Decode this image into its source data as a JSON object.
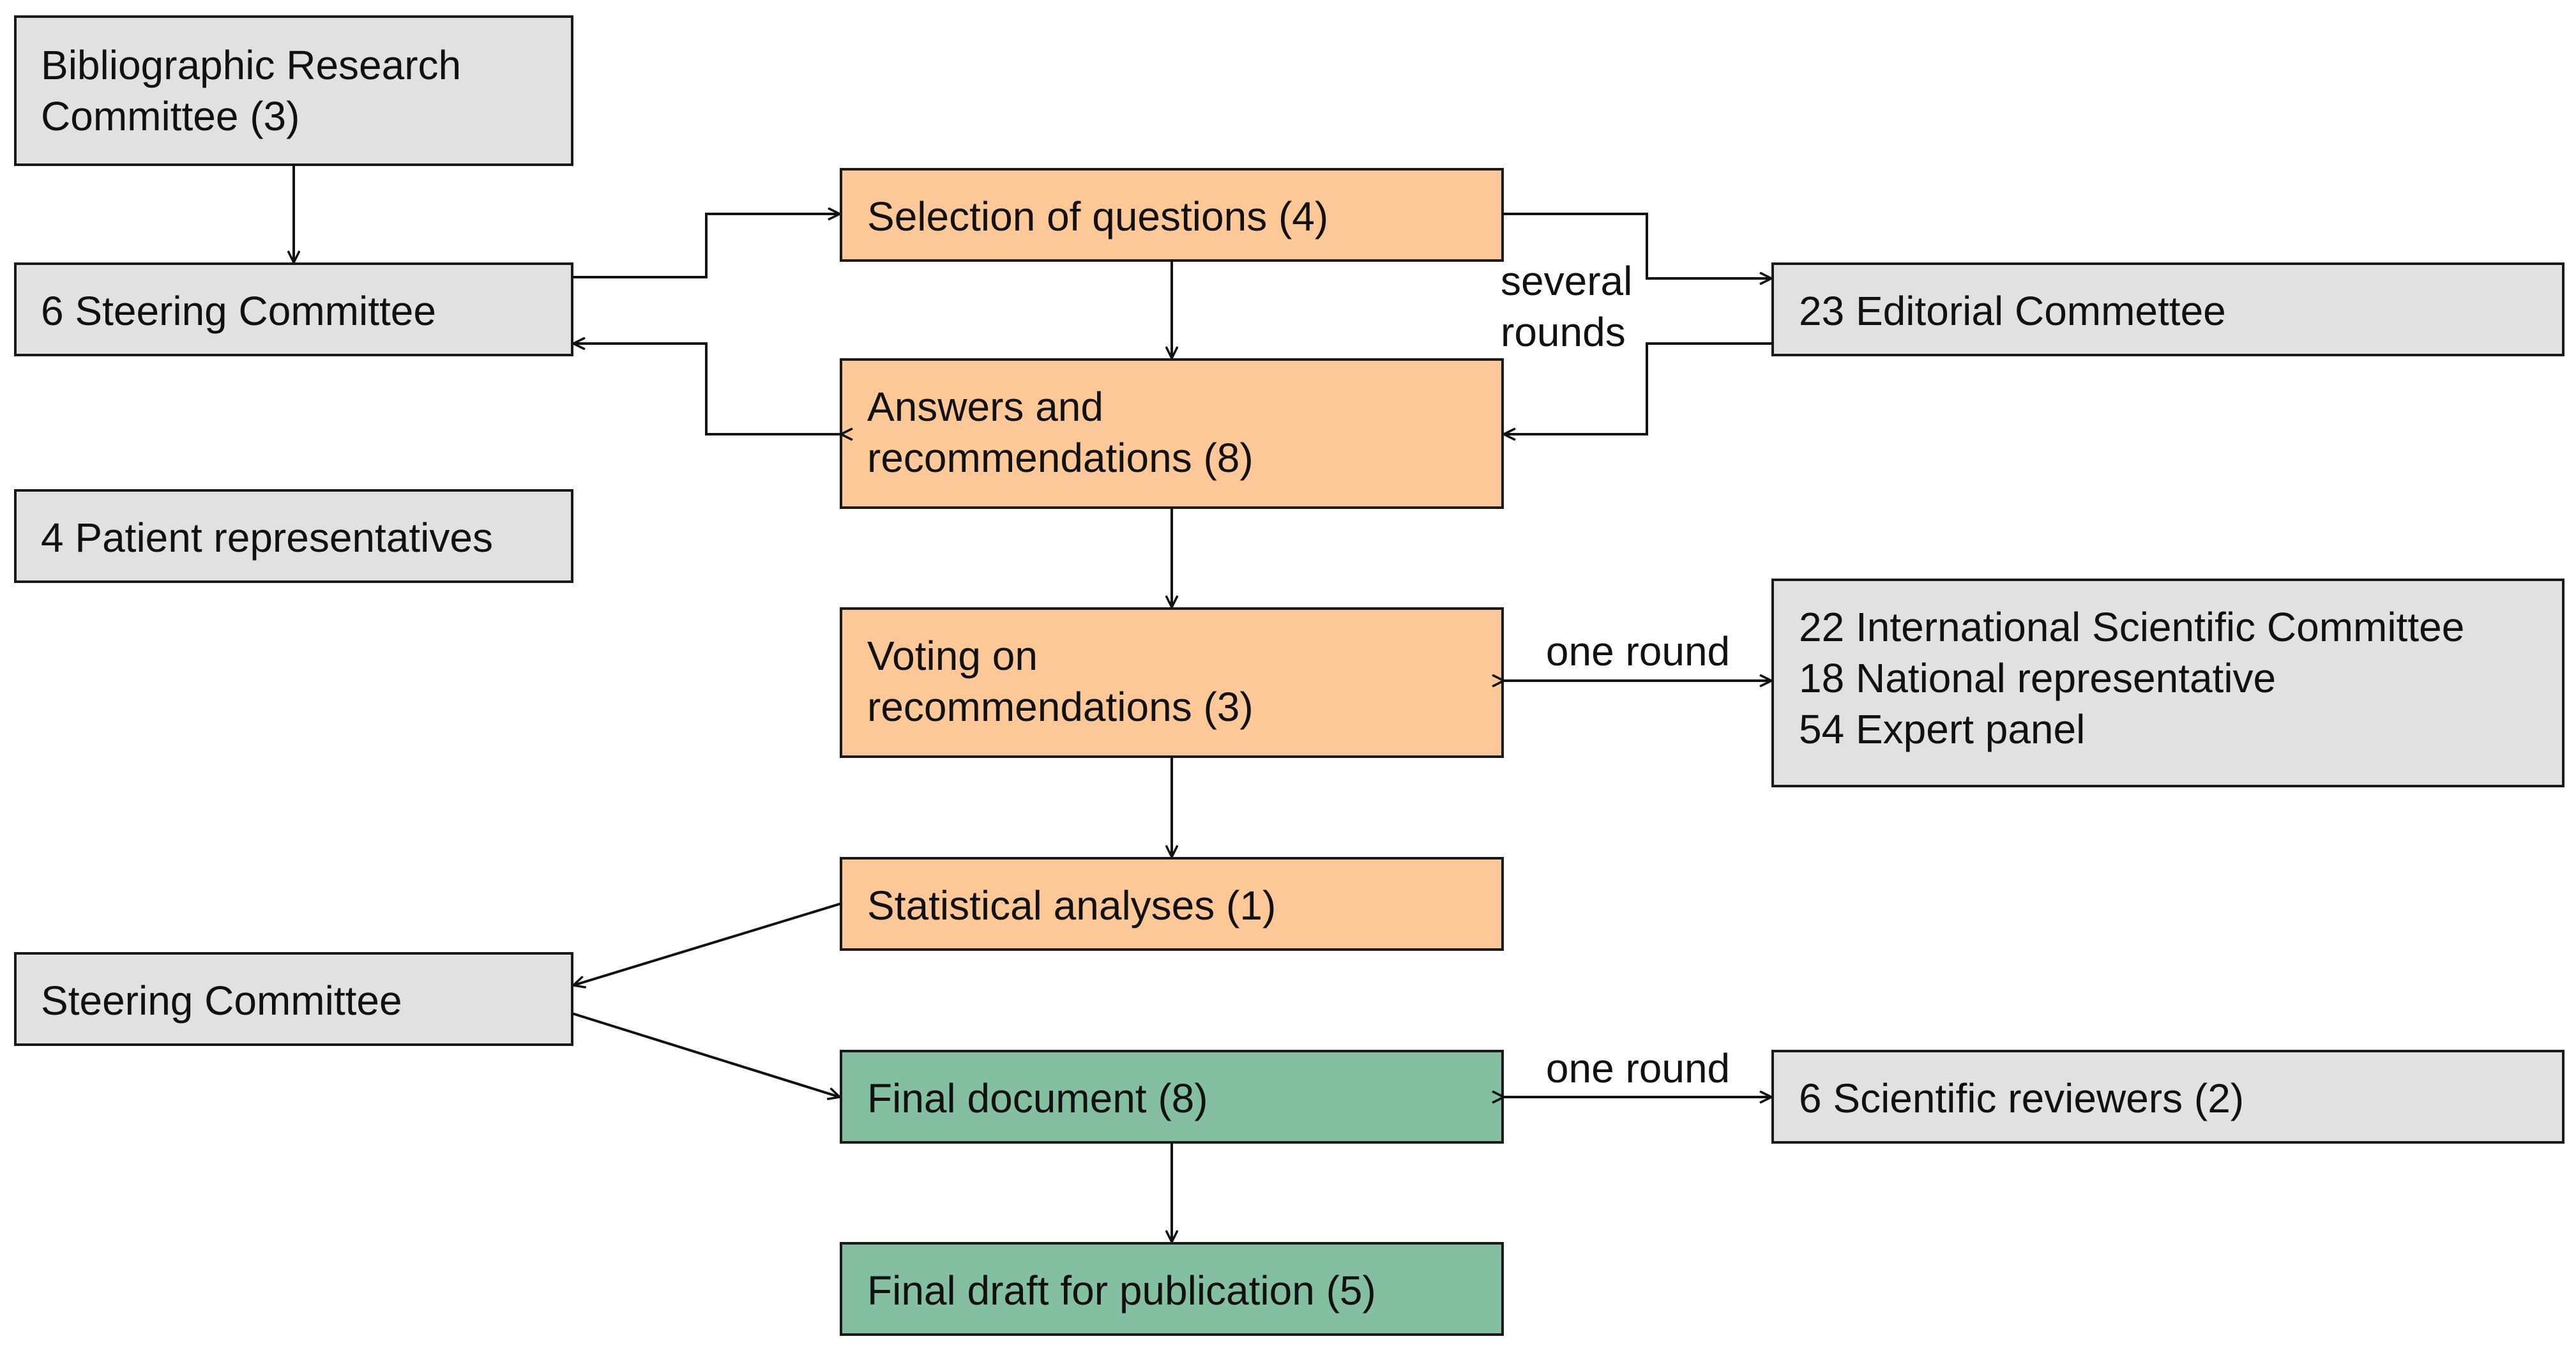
{
  "colors": {
    "committee_fill": "#e1e1e1",
    "process_fill": "#fdc898",
    "final_fill": "#84bfa2",
    "border": "#1a1a1a",
    "line": "#111111"
  },
  "committees": {
    "bibliographic": {
      "lines": [
        "Bibliographic Research",
        "Committee (3)"
      ]
    },
    "steering_top": {
      "lines": [
        "6 Steering Committee"
      ]
    },
    "patients": {
      "lines": [
        "4  Patient representatives"
      ]
    },
    "steering_bottom": {
      "lines": [
        "Steering Committee"
      ]
    },
    "editorial": {
      "lines": [
        "23 Editorial Commettee"
      ]
    },
    "voting_panel": {
      "lines": [
        "22 International Scientific Committee",
        "18 National representative",
        "54 Expert panel"
      ]
    },
    "reviewers": {
      "lines": [
        "6 Scientific reviewers (2)"
      ]
    }
  },
  "steps": {
    "selection": {
      "lines": [
        "Selection of questions (4)"
      ]
    },
    "answers": {
      "lines": [
        "Answers and",
        "recommendations (8)"
      ]
    },
    "voting": {
      "lines": [
        "Voting on",
        "recommendations (3)"
      ]
    },
    "statistics": {
      "lines": [
        "Statistical analyses (1)"
      ]
    },
    "final_document": {
      "lines": [
        "Final document (8)"
      ]
    },
    "final_draft": {
      "lines": [
        "Final draft for publication (5)"
      ]
    }
  },
  "annotations": {
    "several_rounds": [
      "several",
      "rounds"
    ],
    "voting_round": [
      "one round"
    ],
    "review_round": [
      "one round"
    ]
  }
}
